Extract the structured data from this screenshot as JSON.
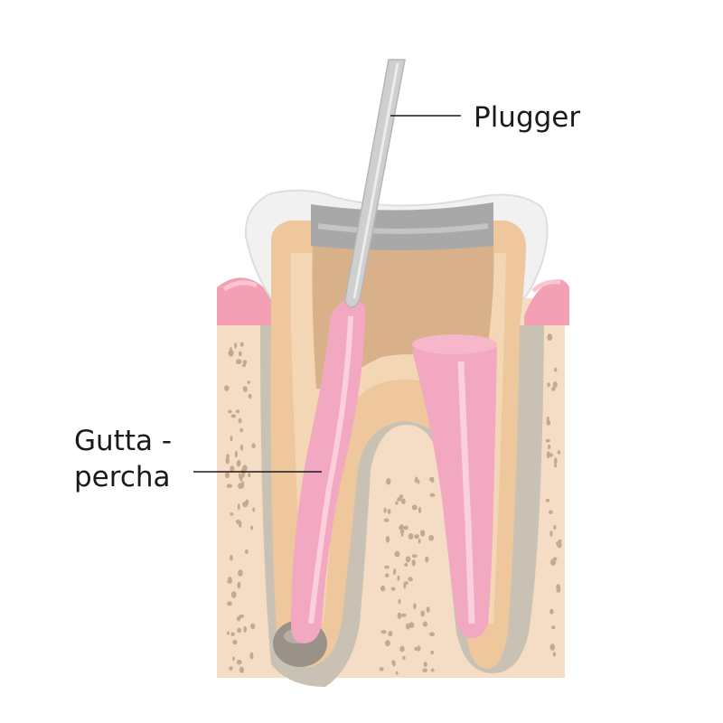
{
  "labels": {
    "plugger": "Plugger",
    "gutta_line1": "Gutta -",
    "gutta_line2": "percha"
  },
  "colors": {
    "bone": "#f5dcc4",
    "bone_edge": "#ecc9a8",
    "gum": "#f4a0b4",
    "gum_light": "#f9c6d2",
    "ligament": "#c9c2b4",
    "dentin": "#eec79d",
    "dentin_light": "#f3d6b3",
    "pulp_chamber": "#d8b18b",
    "enamel": "#f1f1f1",
    "filling": "#a8a8a8",
    "gutta_percha": "#f2a8c0",
    "gutta_highlight": "#fad0dc",
    "plugger": "#cfcfcf",
    "lesion": "#9a9288",
    "leader": "#1a1a1a"
  }
}
